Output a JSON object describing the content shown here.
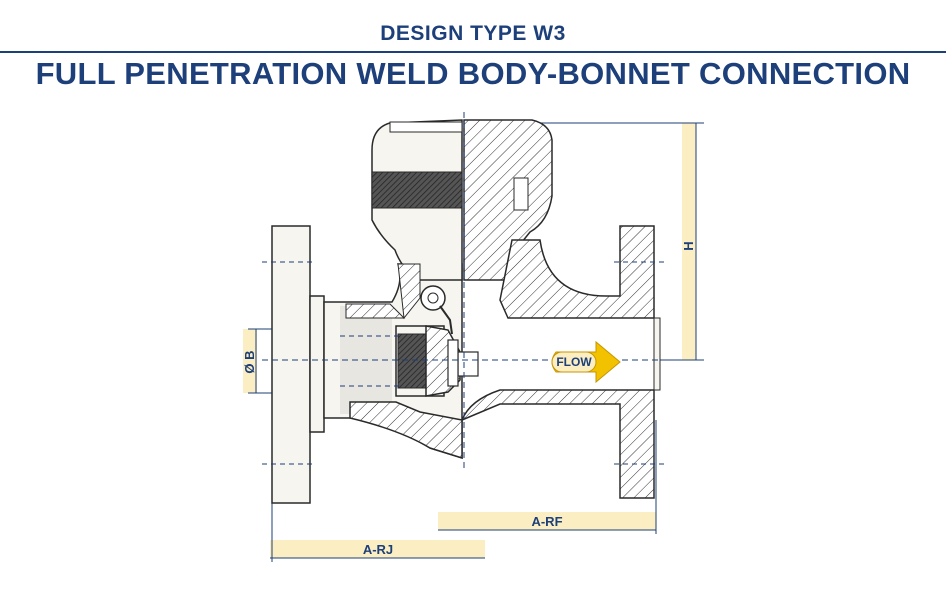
{
  "header": {
    "subtitle": "DESIGN TYPE W3",
    "title": "FULL PENETRATION WELD BODY-BONNET CONNECTION"
  },
  "dimensions": {
    "height": "H",
    "bore": "Ø B",
    "length_rf": "A-RF",
    "length_rj": "A-RJ"
  },
  "flow": {
    "label": "FLOW",
    "arrow_color": "#f2c200"
  },
  "colors": {
    "brand": "#1d3f7a",
    "dimension_band": "#fbeec2",
    "body_fill": "#f6f5f0",
    "shade": "#cfcfcf",
    "outline": "#2a2a2a"
  }
}
